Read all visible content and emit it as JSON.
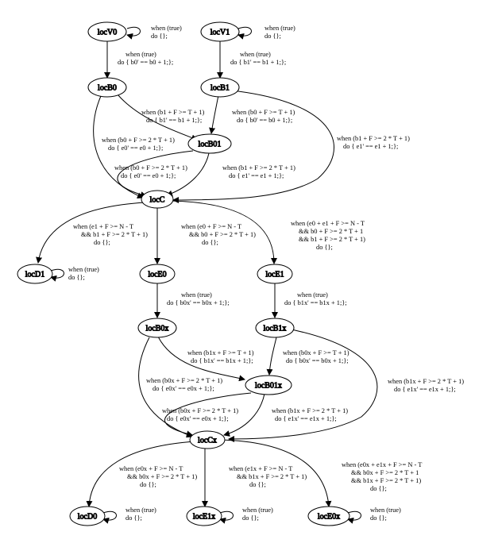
{
  "nodes": {
    "locV0": "locV0",
    "locV1": "locV1",
    "locB0": "locB0",
    "locB1": "locB1",
    "locB01": "locB01",
    "locC": "locC",
    "locD1": "locD1",
    "locE0": "locE0",
    "locE1": "locE1",
    "locB0x": "locB0x",
    "locB1x": "locB1x",
    "locB01x": "locB01x",
    "locCx": "locCx",
    "locD0": "locD0",
    "locE1x": "locE1x",
    "locE0x": "locE0x"
  },
  "edges": {
    "v0_self": [
      "when (true)",
      "do {};"
    ],
    "v1_self": [
      "when (true)",
      "do {};"
    ],
    "v0_b0": [
      "when (true)",
      "do { b0' == b0 + 1;};"
    ],
    "v1_b1": [
      "when (true)",
      "do { b1' == b1 + 1;};"
    ],
    "b0_b01": [
      "when (b1 + F >= T + 1)",
      "do { b1' == b1 + 1;};"
    ],
    "b1_b01": [
      "when (b0 + F >= T + 1)",
      "do { b0' == b0 + 1;};"
    ],
    "b1_c": [
      "when (b1 + F >= 2 * T + 1)",
      "do { e1' == e1 + 1;};"
    ],
    "b0_c": [
      "when (b0 + F >= 2 * T + 1)",
      "do { e0' == e0 + 1;};"
    ],
    "b01_c_a": [
      "when (b0 + F >= 2 * T + 1)",
      "do { e0' == e0 + 1;};"
    ],
    "b01_c_b": [
      "when (b1 + F >= 2 * T + 1)",
      "do { e1' == e1 + 1;};"
    ],
    "c_d1": [
      "when (e1 + F >= N - T",
      "&& b1 + F >= 2 * T + 1)",
      "do {};"
    ],
    "c_e0": [
      "when (e0 + F >= N - T",
      "&& b0 + F >= 2 * T + 1)",
      "do {};"
    ],
    "c_e1": [
      "when (e0 + e1 + F >= N - T",
      "&& b0 + F >= 2 * T + 1",
      "&& b1 + F >= 2 * T + 1)",
      "do {};"
    ],
    "d1_self": [
      "when (true)",
      "do {};"
    ],
    "e0_b0x": [
      "when (true)",
      "do { b0x' == b0x + 1;};"
    ],
    "e1_b1x": [
      "when (true)",
      "do { b1x' == b1x + 1;};"
    ],
    "b0x_b01x": [
      "when (b1x + F >= T + 1)",
      "do { b1x' == b1x + 1;};"
    ],
    "b1x_b01x": [
      "when (b0x + F >= T + 1)",
      "do { b0x' == b0x + 1;};"
    ],
    "b1x_cx": [
      "when (b1x + F >= 2 * T + 1)",
      "do { e1x' == e1x + 1;};"
    ],
    "b0x_cx": [
      "when (b0x + F >= 2 * T + 1)",
      "do { e0x' == e0x + 1;};"
    ],
    "b01x_cx_a": [
      "when (b0x + F >= 2 * T + 1)",
      "do { e0x' == e0x + 1;};"
    ],
    "b01x_cx_b": [
      "when (b1x + F >= 2 * T + 1)",
      "do { e1x' == e1x + 1;};"
    ],
    "cx_d0": [
      "when (e0x + F >= N - T",
      "&& b0x + F >= 2 * T + 1)",
      "do {};"
    ],
    "cx_e1x": [
      "when (e1x + F >= N - T",
      "&& b1x + F >= 2 * T + 1)",
      "do {};"
    ],
    "cx_e0x": [
      "when (e0x + e1x + F >= N - T",
      "&& b0x + F >= 2 * T + 1",
      "&& b1x + F >= 2 * T + 1)",
      "do {};"
    ],
    "d0_self": [
      "when (true)",
      "do {};"
    ],
    "e1x_self": [
      "when (true)",
      "do {};"
    ],
    "e0x_self": [
      "when (true)",
      "do {};"
    ]
  }
}
